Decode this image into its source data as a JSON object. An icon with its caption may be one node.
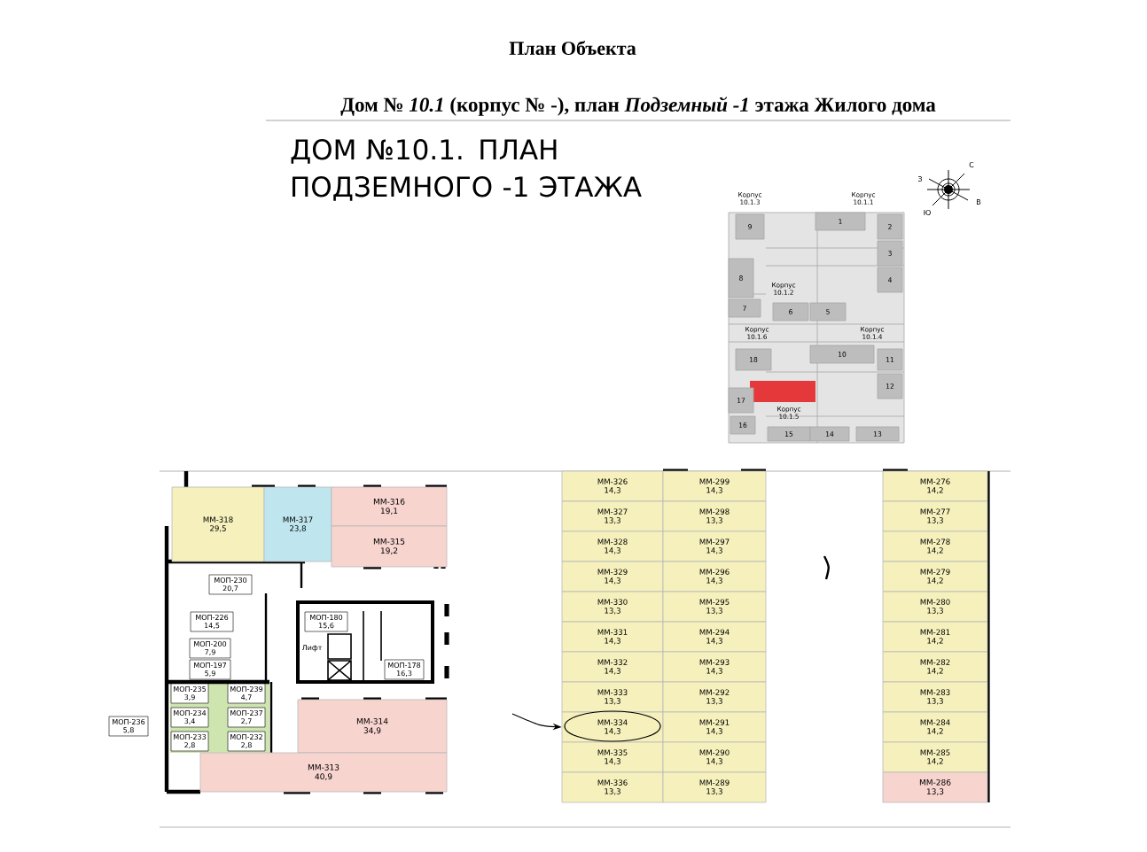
{
  "diagram": {
    "title": "План Объекта",
    "nodes": [
      {
        "text": [
          "9"
        ]
      },
      {
        "text": [
          "1"
        ]
      },
      {
        "text": [
          "2"
        ]
      },
      {
        "text": [
          "3"
        ]
      },
      {
        "text": [
          "8"
        ]
      },
      {
        "text": [
          "4"
        ]
      },
      {
        "text": [
          "7"
        ]
      },
      {
        "text": [
          "6"
        ]
      },
      {
        "text": [
          "5"
        ]
      },
      {
        "text": [
          "18"
        ]
      },
      {
        "text": [
          "10"
        ]
      },
      {
        "text": [
          "11"
        ]
      },
      {
        "text": [
          "12"
        ]
      },
      {
        "text": [
          "17"
        ]
      },
      {
        "text": [
          "16"
        ]
      },
      {
        "text": [
          "15"
        ]
      },
      {
        "text": [
          "14"
        ]
      },
      {
        "text": [
          "13"
        ]
      },
      {
        "text": [
          "ММ-318",
          "29,5"
        ]
      },
      {
        "text": [
          "ММ-317",
          "23,8"
        ]
      },
      {
        "text": [
          "ММ-316",
          "19,1"
        ]
      },
      {
        "text": [
          "ММ-315",
          "19,2"
        ]
      },
      {
        "text": [
          "МОП-230",
          "20,7"
        ]
      },
      {
        "text": [
          "МОП-226",
          "14,5"
        ]
      },
      {
        "text": [
          "МОП-180",
          "15,6"
        ]
      },
      {
        "text": [
          "МОП-200",
          "7,9"
        ]
      },
      {
        "text": [
          "МОП-197",
          "5,9"
        ]
      },
      {
        "text": [
          "МОП-178",
          "16,3"
        ]
      },
      {
        "text": [
          "МОП-235",
          "3,9"
        ]
      },
      {
        "text": [
          "МОП-239",
          "4,7"
        ]
      },
      {
        "text": [
          "МОП-237",
          "2,7"
        ]
      },
      {
        "text": [
          "МОП-234",
          "3,4"
        ]
      },
      {
        "text": [
          "МОП-232",
          "2,8"
        ]
      },
      {
        "text": [
          "МОП-233",
          "2,8"
        ]
      },
      {
        "text": [
          "ММ-314",
          "34,9"
        ]
      },
      {
        "text": [
          "ММ-313",
          "40,9"
        ]
      },
      {
        "text": [
          "МОП-236",
          "5,8"
        ]
      },
      {
        "text": [
          "ММ-326",
          "14,3"
        ]
      },
      {
        "text": [
          "ММ-299",
          "14,3"
        ]
      },
      {
        "text": [
          "ММ-327",
          "13,3"
        ]
      },
      {
        "text": [
          "ММ-298",
          "13,3"
        ]
      },
      {
        "text": [
          "ММ-328",
          "14,3"
        ]
      },
      {
        "text": [
          "ММ-297",
          "14,3"
        ]
      },
      {
        "text": [
          "ММ-329",
          "14,3"
        ]
      },
      {
        "text": [
          "ММ-296",
          "14,3"
        ]
      },
      {
        "text": [
          "ММ-330",
          "13,3"
        ]
      },
      {
        "text": [
          "ММ-295",
          "13,3"
        ]
      },
      {
        "text": [
          "ММ-331",
          "14,3"
        ]
      },
      {
        "text": [
          "ММ-294",
          "14,3"
        ]
      },
      {
        "text": [
          "ММ-332",
          "14,3"
        ]
      },
      {
        "text": [
          "ММ-293",
          "14,3"
        ]
      },
      {
        "text": [
          "ММ-333",
          "13,3"
        ]
      },
      {
        "text": [
          "ММ-292",
          "13,3"
        ]
      },
      {
        "text": [
          "ММ-334",
          "14,3"
        ]
      },
      {
        "text": [
          "ММ-291",
          "14,3"
        ]
      },
      {
        "text": [
          "ММ-335",
          "14,3"
        ]
      },
      {
        "text": [
          "ММ-290",
          "14,3"
        ]
      },
      {
        "text": [
          "ММ-336",
          "13,3"
        ]
      },
      {
        "text": [
          "ММ-289",
          "13,3"
        ]
      },
      {
        "text": [
          "ММ-276",
          "14,2"
        ]
      },
      {
        "text": [
          "ММ-277",
          "13,3"
        ]
      },
      {
        "text": [
          "ММ-278",
          "14,2"
        ]
      },
      {
        "text": [
          "ММ-279",
          "14,2"
        ]
      },
      {
        "text": [
          "ММ-280",
          "13,3"
        ]
      },
      {
        "text": [
          "ММ-281",
          "14,2"
        ]
      },
      {
        "text": [
          "ММ-282",
          "14,2"
        ]
      },
      {
        "text": [
          "ММ-283",
          "13,3"
        ]
      },
      {
        "text": [
          "ММ-284",
          "14,2"
        ]
      },
      {
        "text": [
          "ММ-285",
          "14,2"
        ]
      },
      {
        "text": [
          "ММ-286",
          "13,3"
        ]
      }
    ],
    "edges": [
      {
        "from": null,
        "to": 53,
        "arrow": "to"
      }
    ],
    "labels": [
      "Дом № *10.1* (корпус № -), план *Подземный -1* этажа Жилого дома",
      "ДОМ №10.1. ПЛАН ПОДЗЕМНОГО -1 ЭТАЖА",
      "Корпус 10.1.3",
      "Корпус 10.1.1",
      "Корпус 10.1.2",
      "Корпус 10.1.6",
      "Корпус 10.1.4",
      "Корпус 10.1.5",
      "З",
      "С",
      "В",
      "Ю",
      "Лифт"
    ]
  }
}
